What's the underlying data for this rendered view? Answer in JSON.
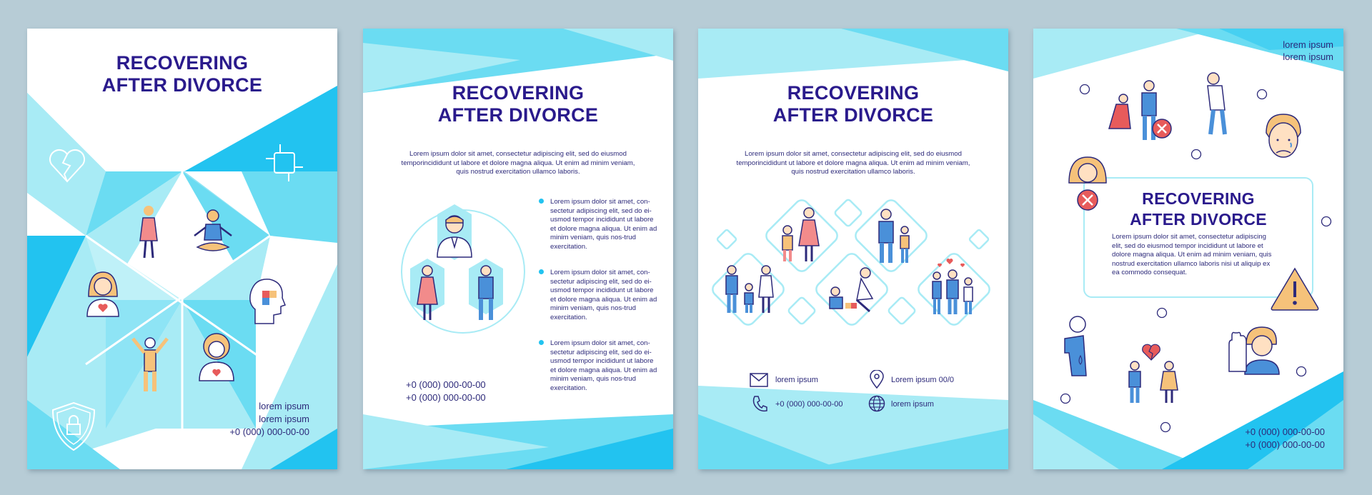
{
  "brochure": {
    "title_line1": "RECOVERING",
    "title_line2": "AFTER DIVORCE",
    "intro": "Lorem ipsum dolor sit amet, consectetur adipiscing elit, sed do eiusmod temporincididunt ut labore et dolore magna aliqua. Ut enim ad minim veniam, quis nostrud exercitation ullamco laboris.",
    "phone": "+0 (000) 000-00-00"
  },
  "page1": {
    "contact_line1": "lorem ipsum",
    "contact_line2": "lorem ipsum",
    "contact_line3": "+0 (000) 000-00-00"
  },
  "page2": {
    "bullets": [
      "Lorem ipsum dolor sit amet, con-sectetur adipiscing elit, sed do ei-usmod tempor incididunt ut labore et dolore magna aliqua. Ut enim ad minim veniam, quis nos-trud exercitation.",
      "Lorem ipsum dolor sit amet, con-sectetur adipiscing elit, sed do ei-usmod tempor incididunt ut labore et dolore magna aliqua. Ut enim ad minim veniam, quis nos-trud exercitation.",
      "Lorem ipsum dolor sit amet, con-sectetur adipiscing elit, sed do ei-usmod tempor incididunt ut labore et dolore magna aliqua. Ut enim ad minim veniam, quis nos-trud exercitation."
    ]
  },
  "page3": {
    "email": "lorem ipsum",
    "address": "Lorem ipsum 00/0",
    "phone": "+0 (000) 000-00-00",
    "website": "lorem ipsum"
  },
  "page4": {
    "top_line1": "lorem ipsum",
    "top_line2": "lorem ipsum",
    "body": "Lorem ipsum dolor sit amet, consectetur adipiscing elit, sed do eiusmod tempor incididunt ut labore et dolore magna aliqua. Ut enim ad minim veniam, quis nostrud exercitation ullamco laboris nisi ut aliquip ex ea commodo consequat."
  },
  "colors": {
    "navy_text": "#2a1a8c",
    "cyan_light": "#a8ebf5",
    "cyan_mid": "#6bdcf2",
    "cyan_dark": "#22c3f0",
    "figure_blue": "#4a90d9",
    "figure_pink": "#f28b8b",
    "figure_yellow": "#f6c27a",
    "alert_red": "#e75b5b"
  },
  "icons": [
    "broken-heart-icon",
    "team-hands-icon",
    "woman-icon",
    "meditation-icon",
    "smiling-woman-icon",
    "head-puzzle-icon",
    "man-arms-raised-icon",
    "man-curly-hair-icon",
    "shield-lock-icon",
    "mail-icon",
    "location-pin-icon",
    "phone-icon",
    "globe-icon",
    "warning-icon",
    "stop-hand-icon",
    "cross-icon"
  ]
}
